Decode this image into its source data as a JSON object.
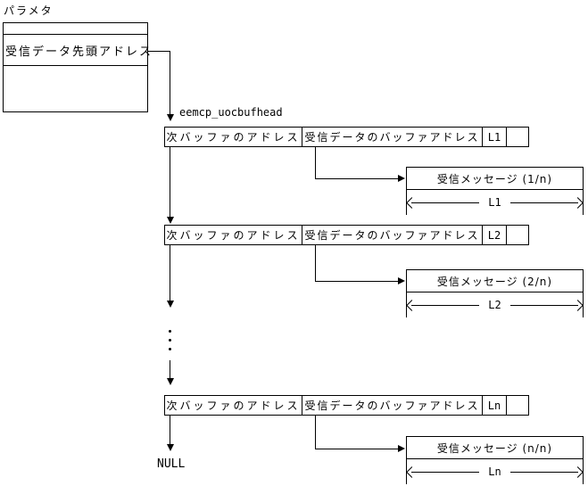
{
  "colors": {
    "line": "#000000",
    "background": "#ffffff",
    "text": "#000000"
  },
  "param": {
    "label": "パラメタ",
    "head_address": "受信データ先頭アドレス"
  },
  "head_label": "eemcp_uocbufhead",
  "null_label": "NULL",
  "nodes": [
    {
      "next": "次バッファのアドレス",
      "buffer": "受信データのバッファアドレス",
      "length": "L1",
      "message": "受信メッセージ (1/n)",
      "dim": "L1"
    },
    {
      "next": "次バッファのアドレス",
      "buffer": "受信データのバッファアドレス",
      "length": "L2",
      "message": "受信メッセージ (2/n)",
      "dim": "L2"
    },
    {
      "next": "次バッファのアドレス",
      "buffer": "受信データのバッファアドレス",
      "length": "Ln",
      "message": "受信メッセージ (n/n)",
      "dim": "Ln"
    }
  ]
}
